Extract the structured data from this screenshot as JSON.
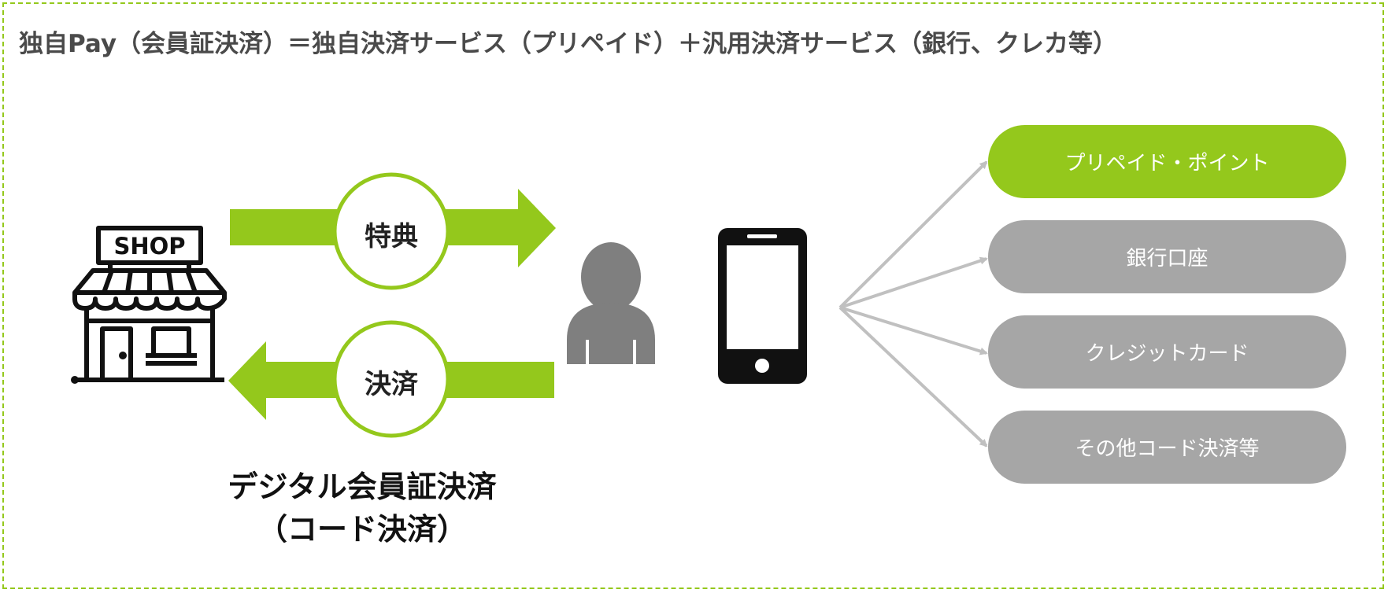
{
  "title": "独自Pay（会員証決済）＝独自決済サービス（プリペイド）＋汎用決済サービス（銀行、クレカ等）",
  "shop_sign": "SHOP",
  "arrows": {
    "top_label": "特典",
    "bottom_label": "決済"
  },
  "caption": {
    "line1": "デジタル会員証決済",
    "line2": "（コード決済）"
  },
  "payment_options": [
    {
      "label": "プリペイド・ポイント",
      "highlighted": true
    },
    {
      "label": "銀行口座",
      "highlighted": false
    },
    {
      "label": "クレジットカード",
      "highlighted": false
    },
    {
      "label": "その他コード決済等",
      "highlighted": false
    }
  ],
  "colors": {
    "accent_green": "#94c81c",
    "pill_gray": "#a6a6a6",
    "person_gray": "#7f7f7f",
    "connector_gray": "#c0c0c0",
    "border_dashed": "#94c81c"
  }
}
